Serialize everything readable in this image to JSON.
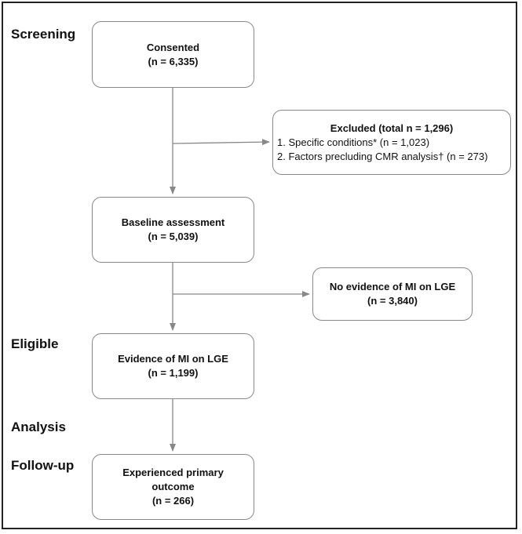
{
  "stages": {
    "screening": "Screening",
    "eligible": "Eligible",
    "analysis": "Analysis",
    "followup": "Follow-up"
  },
  "boxes": {
    "consented": {
      "title": "Consented",
      "count": "(n = 6,335)"
    },
    "excluded": {
      "title": "Excluded (total n = 1,296)",
      "items": [
        "1. Specific conditions* (n = 1,023)",
        "2. Factors precluding CMR analysis† (n = 273)"
      ]
    },
    "baseline": {
      "title": "Baseline assessment",
      "count": "(n = 5,039)"
    },
    "no_mi": {
      "title": "No evidence of MI on LGE",
      "count": "(n = 3,840)"
    },
    "mi": {
      "title": "Evidence of MI on LGE",
      "count": "(n = 1,199)"
    },
    "outcome": {
      "title_line1": "Experienced primary",
      "title_line2": "outcome",
      "count": "(n = 266)"
    }
  },
  "colors": {
    "box_border": "#888888",
    "arrow": "#888888",
    "frame": "#222222"
  }
}
